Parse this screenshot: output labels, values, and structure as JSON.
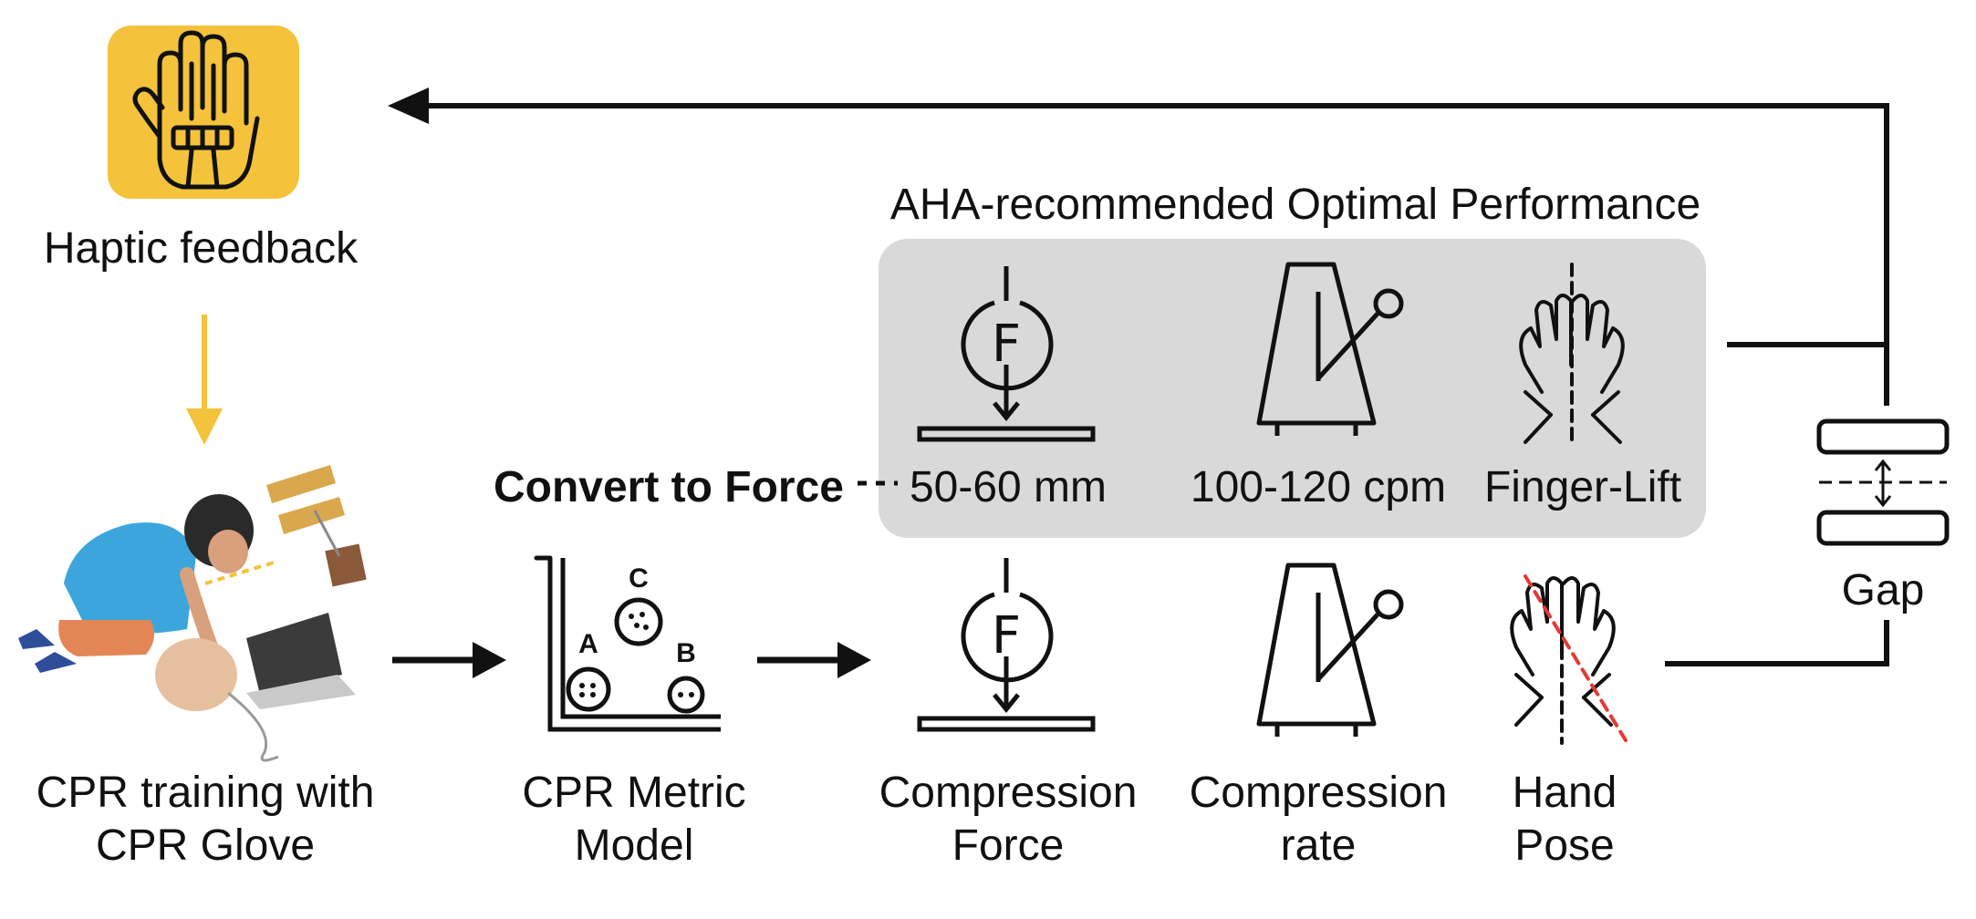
{
  "haptic": {
    "label": "Haptic feedback",
    "tile_color": "#F4C33B"
  },
  "aha_title": "AHA-recommended Optimal Performance",
  "optimal": {
    "depth": "50-60 mm",
    "rate": "100-120 cpm",
    "finger": "Finger-Lift",
    "panel_color": "#D9D9D9"
  },
  "convert_label": "Convert to Force",
  "pipeline": {
    "training_line1": "CPR training with",
    "training_line2": "CPR Glove",
    "model_line1": "CPR Metric",
    "model_line2": "Model",
    "force_line1": "Compression",
    "force_line2": "Force",
    "rate_line1": "Compression",
    "rate_line2": "rate",
    "pose_line1": "Hand",
    "pose_line2": "Pose"
  },
  "cluster_labels": [
    "A",
    "B",
    "C"
  ],
  "force_symbol": "F",
  "gap_label": "Gap",
  "colors": {
    "accent_yellow": "#F4C33B",
    "error_red": "#E53935",
    "line": "#111111"
  }
}
